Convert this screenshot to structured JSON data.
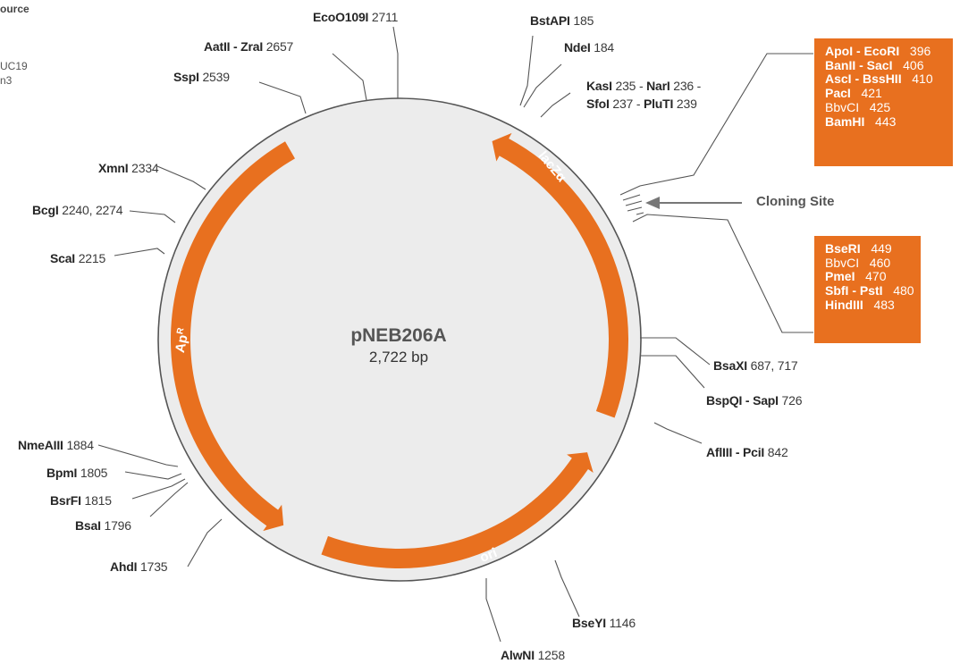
{
  "legend": {
    "title": "ource",
    "lines": [
      "",
      "",
      "UC19",
      "n3"
    ]
  },
  "plasmid": {
    "name": "pNEB206A",
    "size": "2,722 bp"
  },
  "features": {
    "lacz": "lacZα",
    "apr": "ApR",
    "ori": "ori"
  },
  "cloning_site": "Cloning Site",
  "sites": [
    {
      "name": "EcoO109I",
      "pos": "2711"
    },
    {
      "name": "AatII - ZraI",
      "pos": "2657"
    },
    {
      "name": "SspI",
      "pos": "2539"
    },
    {
      "name": "XmnI",
      "pos": "2334"
    },
    {
      "name": "BcgI",
      "pos": "2240, 2274"
    },
    {
      "name": "ScaI",
      "pos": "2215"
    },
    {
      "name": "BstAPI",
      "pos": "185"
    },
    {
      "name": "NdeI",
      "pos": "184"
    },
    {
      "name": "KasI",
      "pos": "235",
      "name2": "NarI",
      "pos2": "236 -"
    },
    {
      "name": "SfoI",
      "pos": "237",
      "name2": "PluTI",
      "pos2": "239"
    },
    {
      "name": "BsaXI",
      "pos": "687, 717"
    },
    {
      "name": "BspQI - SapI",
      "pos": "726"
    },
    {
      "name": "AflIII - PciI",
      "pos": "842"
    },
    {
      "name": "BseYI",
      "pos": "1146"
    },
    {
      "name": "AlwNI",
      "pos": "1258"
    },
    {
      "name": "AhdI",
      "pos": "1735"
    },
    {
      "name": "BsaI",
      "pos": "1796"
    },
    {
      "name": "BsrFI",
      "pos": "1815"
    },
    {
      "name": "BpmI",
      "pos": "1805"
    },
    {
      "name": "NmeAIII",
      "pos": "1884"
    }
  ],
  "box_top": [
    {
      "name": "ApoI - EcoRI",
      "pos": "396"
    },
    {
      "name": "BanII - SacI",
      "pos": "406"
    },
    {
      "name": "AscI - BssHII",
      "pos": "410"
    },
    {
      "name": "PacI",
      "pos": "421"
    },
    {
      "name": "BbvCI",
      "pos": "425"
    },
    {
      "name": "BamHI",
      "pos": "443"
    }
  ],
  "box_bottom": [
    {
      "name": "BseRI",
      "pos": "449"
    },
    {
      "name": "BbvCI",
      "pos": "460"
    },
    {
      "name": "PmeI",
      "pos": "470"
    },
    {
      "name": "SbfI - PstI",
      "pos": "480"
    },
    {
      "name": "HindIII",
      "pos": "483"
    }
  ],
  "colors": {
    "feature": "#e8701f",
    "circle_fill": "#ececec",
    "circle_stroke": "#555555",
    "arrow_gray": "#777777"
  }
}
